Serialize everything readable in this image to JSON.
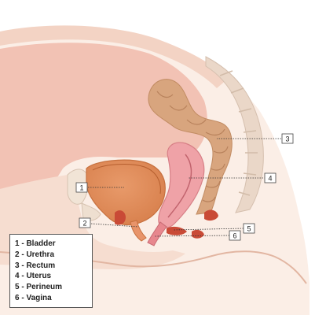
{
  "callouts": [
    "1",
    "2",
    "3",
    "4",
    "5",
    "6"
  ],
  "legend": [
    "1 - Bladder",
    "2 - Urethra",
    "3 - Rectum",
    "4 - Uterus",
    "5 - Perineum",
    "6 - Vagina"
  ]
}
